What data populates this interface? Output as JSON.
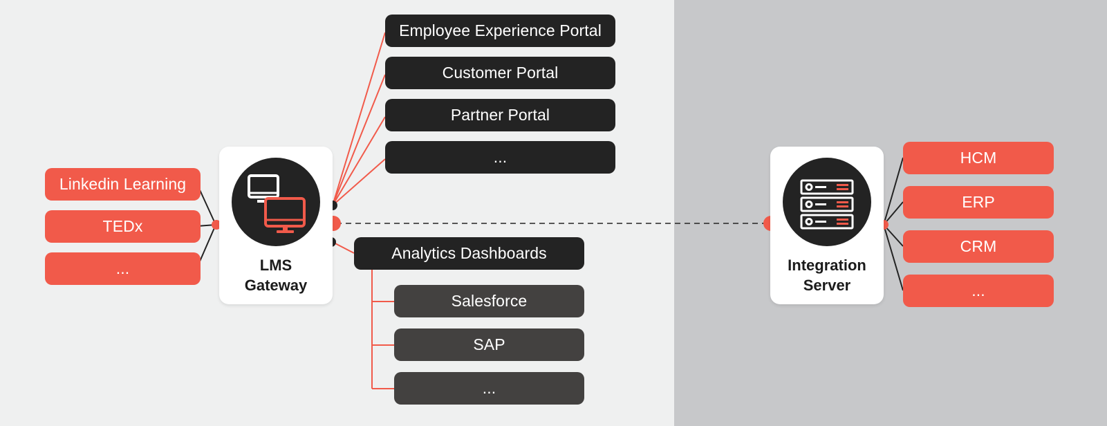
{
  "left_sources": [
    {
      "label": "Linkedin Learning"
    },
    {
      "label": "TEDx"
    },
    {
      "label": "..."
    }
  ],
  "lms_gateway": {
    "label_line1": "LMS",
    "label_line2": "Gateway",
    "icon": "monitors-icon"
  },
  "portals": [
    {
      "label": "Employee Experience Portal"
    },
    {
      "label": "Customer Portal"
    },
    {
      "label": "Partner Portal"
    },
    {
      "label": "..."
    }
  ],
  "analytics": {
    "label": "Analytics Dashboards",
    "children": [
      {
        "label": "Salesforce"
      },
      {
        "label": "SAP"
      },
      {
        "label": "..."
      }
    ]
  },
  "integration_server": {
    "label_line1": "Integration",
    "label_line2": "Server",
    "icon": "server-rack-icon"
  },
  "right_systems": [
    {
      "label": "HCM"
    },
    {
      "label": "ERP"
    },
    {
      "label": "CRM"
    },
    {
      "label": "..."
    }
  ],
  "colors": {
    "accent": "#f15a4a",
    "dark": "#232323",
    "mid": "#434140",
    "left_bg": "#eff0f0",
    "right_bg": "#c7c8ca"
  }
}
